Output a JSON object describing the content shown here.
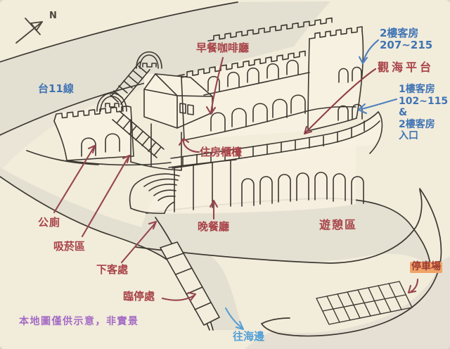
{
  "map": {
    "title_hint": "hand-drawn resort guide map",
    "compass": {
      "north": "N"
    },
    "labels": {
      "route_11": "台11線",
      "breakfast_cafe": "早餐咖啡廳",
      "rooms_2f": [
        "2樓客房",
        "207~215"
      ],
      "sea_view_deck": "觀海平台",
      "rooms_1f_entrance": [
        "1樓客房",
        "102~115",
        "&",
        "2樓客房",
        "入口"
      ],
      "front_desk": "住房櫃檯",
      "public_toilet": "公廁",
      "smoking_area": "吸菸區",
      "drop_off": "下客處",
      "dinner_restaurant": "晚餐廳",
      "recreation_area": "遊憩區",
      "temp_parking": "臨停處",
      "parking_lot": "停車場",
      "to_beach": "往海邊",
      "disclaimer": "本地圖僅供示意，非實景"
    },
    "colors": {
      "background": "#f2ecdb",
      "ink": "#3c3831",
      "road_fill": "#e3dfd1",
      "label_red": "#a84348",
      "dark_red_arrow": "#96454d",
      "label_blue": "#3f74b4",
      "light_blue": "#54a0d6",
      "label_purple": "#a46cc4",
      "highlight_orange": "#f0a46a",
      "parking_text_red": "#9c3a33",
      "compass_ink": "#4a453d"
    }
  }
}
